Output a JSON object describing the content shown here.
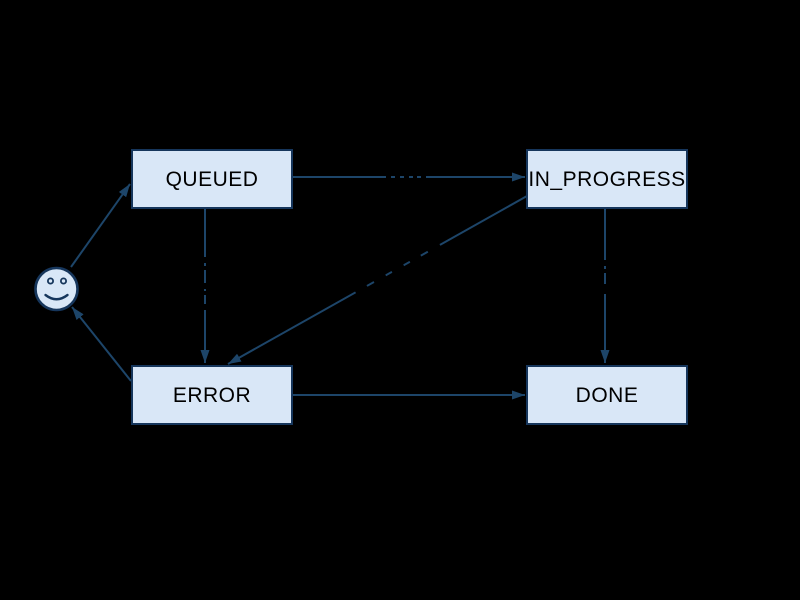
{
  "diagram": {
    "kind": "state-machine-graph",
    "background_color": "#000000",
    "node_fill_color": "#d9e7f7",
    "node_border_color": "#16365c",
    "edge_color": "#1d4569",
    "node_text_color": "#000000",
    "nodes": {
      "start": {
        "label": "",
        "shape": "smiley-face"
      },
      "queued": {
        "label": "QUEUED",
        "shape": "box"
      },
      "in_progress": {
        "label": "IN_PROGRESS",
        "shape": "box"
      },
      "error": {
        "label": "ERROR",
        "shape": "box"
      },
      "done": {
        "label": "DONE",
        "shape": "box"
      }
    },
    "edges": [
      {
        "from": "start",
        "to": "queued"
      },
      {
        "from": "queued",
        "to": "in_progress"
      },
      {
        "from": "queued",
        "to": "error"
      },
      {
        "from": "in_progress",
        "to": "error"
      },
      {
        "from": "in_progress",
        "to": "done"
      },
      {
        "from": "error",
        "to": "done"
      },
      {
        "from": "error",
        "to": "start"
      }
    ]
  }
}
